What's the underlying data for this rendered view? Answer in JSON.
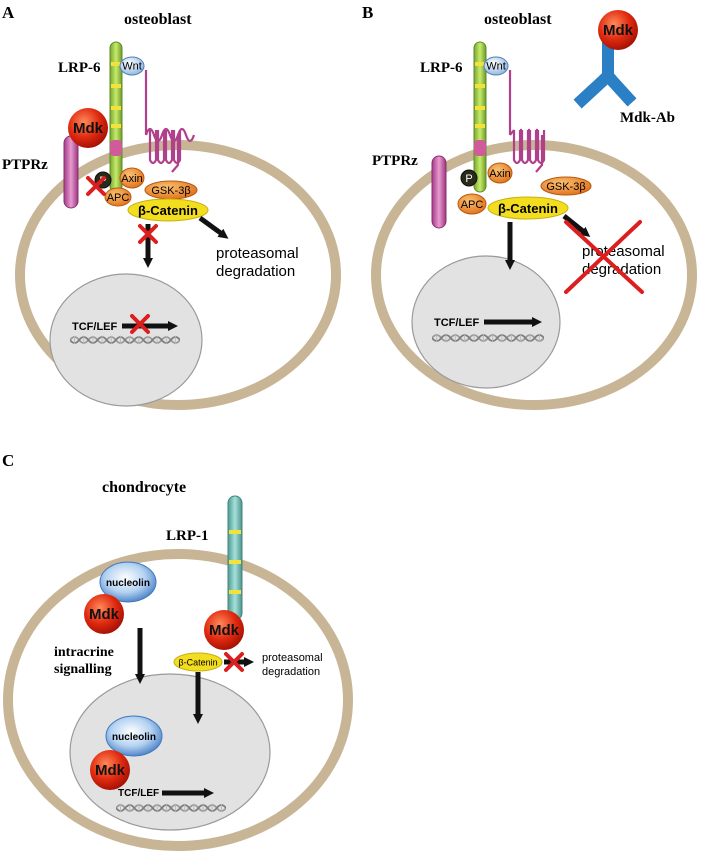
{
  "panels": {
    "A": {
      "letter": "A",
      "cell": "osteoblast",
      "lrp": "LRP-6",
      "wnt": "Wnt",
      "mdk": "Mdk",
      "ptprz": "PTPRz",
      "p": "P",
      "axin": "Axin",
      "apc": "APC",
      "gsk": "GSK-3β",
      "catenin": "β-Catenin",
      "degradation_line1": "proteasomal",
      "degradation_line2": "degradation",
      "tcf": "TCF/LEF"
    },
    "B": {
      "letter": "B",
      "cell": "osteoblast",
      "lrp": "LRP-6",
      "wnt": "Wnt",
      "mdk": "Mdk",
      "antibody": "Mdk-Ab",
      "ptprz": "PTPRz",
      "p": "P",
      "axin": "Axin",
      "apc": "APC",
      "gsk": "GSK-3β",
      "catenin": "β-Catenin",
      "degradation_line1": "proteasomal",
      "degradation_line2": "degradation",
      "tcf": "TCF/LEF"
    },
    "C": {
      "letter": "C",
      "cell": "chondrocyte",
      "lrp": "LRP-1",
      "nucleolin": "nucleolin",
      "mdk": "Mdk",
      "intracrine_line1": "intracrine",
      "intracrine_line2": "signalling",
      "catenin": "β-Catenin",
      "degradation_line1": "proteasomal",
      "degradation_line2": "degradation",
      "tcf": "TCF/LEF"
    }
  },
  "colors": {
    "membrane": "#c8b596",
    "nucleus": "#e2e2e2",
    "mdk": "#e02a10",
    "catenin": "#f3dd1f",
    "orange": "#ec8a20",
    "lrp6": "#a8d040",
    "lrp1": "#7ec8c0",
    "receptor": "#b0408a",
    "ptprz": "#cf6ab2",
    "nucleolin": "#a6c6ec",
    "antibody": "#2b7fc4",
    "inhibit": "#dc1e1e",
    "dna": "#9a9a9a"
  }
}
